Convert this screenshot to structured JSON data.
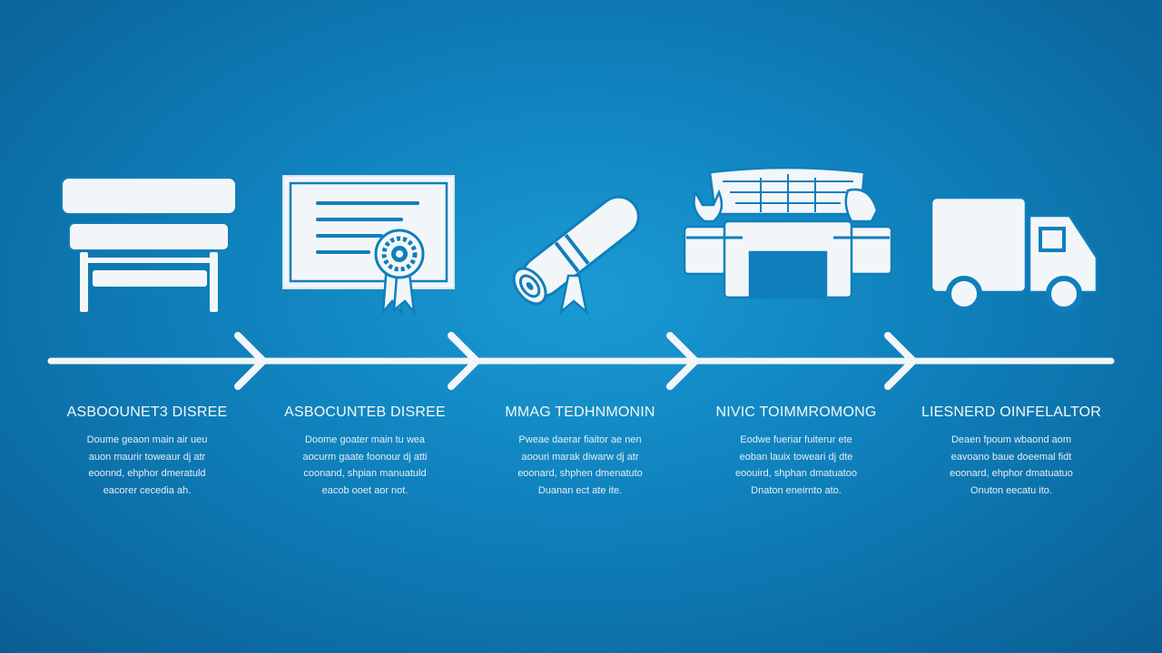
{
  "colors": {
    "background": "#1284c2",
    "foreground": "#f3f6f8",
    "accent": "#0f7fbc"
  },
  "steps": [
    {
      "icon": "bench-icon",
      "title": "ASBOOUNET3 DISREE",
      "lines": [
        "Doume geaon main air ueu",
        "auon maurir toweaur dj atr",
        "eoonnd, ehphor dmeratuld",
        "eacorer cecedia ah."
      ]
    },
    {
      "icon": "certificate-icon",
      "title": "ASBOCUNTEB DISREE",
      "lines": [
        "Doome goater main tu wea",
        "aocurm gaate foonour dj atti",
        "coonand, shpian manuatuld",
        "eacob ooet aor not."
      ]
    },
    {
      "icon": "diploma-scroll-icon",
      "title": "MMAG TEDHNMONIN",
      "lines": [
        "Pweae daerar fiaitor ae nen",
        "aoouri marak diwarw dj atr",
        "eoonard, shphen dmenatuto",
        "Duanan ect ate ite."
      ]
    },
    {
      "icon": "tools-workshop-icon",
      "title": "NIVIC TOIMMROMONG",
      "lines": [
        "Eodwe fueriar fuiterur ete",
        "eoban lauix toweari dj dte",
        "eoouird, shphan dmatuatoo",
        "Dnaton eneirnto ato."
      ]
    },
    {
      "icon": "delivery-truck-icon",
      "title": "LIESNERD OINFELALTOR",
      "lines": [
        "Deaen fpoum wbaond aom",
        "eavoano baue doeemal fidt",
        "eoonard, ehphor dmatuatuo",
        "Onuton eecatu ito."
      ]
    }
  ]
}
